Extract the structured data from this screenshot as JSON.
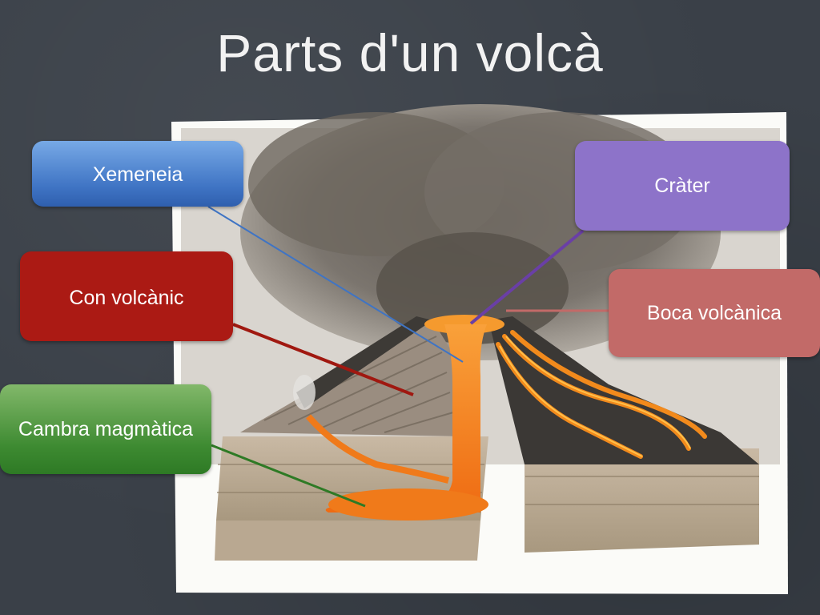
{
  "title": "Parts d'un volcà",
  "labels": {
    "xemeneia": "Xemeneia",
    "crater": "Cràter",
    "con": "Con volcànic",
    "boca": "Boca volcànica",
    "cambra": "Cambra magmàtica"
  },
  "colors": {
    "xemeneia": "#3f74c4",
    "crater": "#8d73c9",
    "con": "#ab1a14",
    "boca": "#c26a68",
    "cambra": "#3d8a31",
    "magma": "#f07a1a",
    "background": "#3a4048"
  }
}
